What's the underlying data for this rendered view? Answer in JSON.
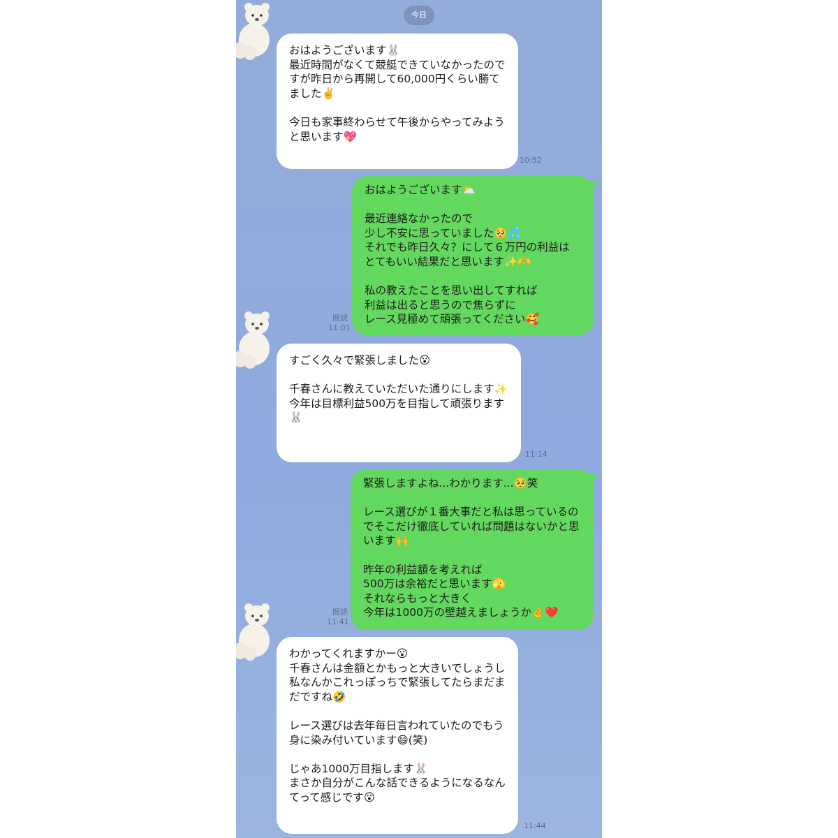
{
  "date_label": "今日",
  "messages": [
    {
      "from": "other",
      "text": "おはようございます🐰\n最近時間がなくて競艇できていなかったのですが昨日から再開して60,000円くらい勝てました✌️\n\n今日も家事終わらせて午後からやってみようと思います💖",
      "time": "10:52"
    },
    {
      "from": "me",
      "text": "おはようございます⛅\n\n最近連絡なかったので\n少し不安に思っていました🥺💦\nそれでも昨日久々？にして６万円の利益は\nとてもいい結果だと思います✨🫶\n\n私の教えたことを思い出してすれば\n利益は出ると思うので焦らずに\nレース見極めて頑張ってください🥰",
      "read": "既読",
      "time": "11:01"
    },
    {
      "from": "other",
      "text": "すごく久々で緊張しました😮\n\n千春さんに教えていただいた通りにします✨\n今年は目標利益500万を目指して頑張ります🐰",
      "time": "11:14"
    },
    {
      "from": "me",
      "text": "緊張しますよね...わかります...🥺笑\n\nレース選びが１番大事だと私は思っているのでそこだけ徹底していれば問題はないかと思います🙌\n\n昨年の利益額を考えれば\n500万は余裕だと思います🫣\nそれならもっと大きく\n今年は1000万の壁越えましょうか🤞❤️",
      "read": "既読",
      "time": "11:41"
    },
    {
      "from": "other",
      "text": "わかってくれますかー😮\n千春さんは金額とかもっと大きいでしょうし私なんかこれっぽっちで緊張してたらまだまだですね🤣\n\nレース選びは去年毎日言われていたのでもう身に染み付いています😄(笑)\n\nじゃあ1000万目指します🐰\nまさか自分がこんな話できるようになるなんてって感じです😮",
      "time": "11:44"
    }
  ]
}
